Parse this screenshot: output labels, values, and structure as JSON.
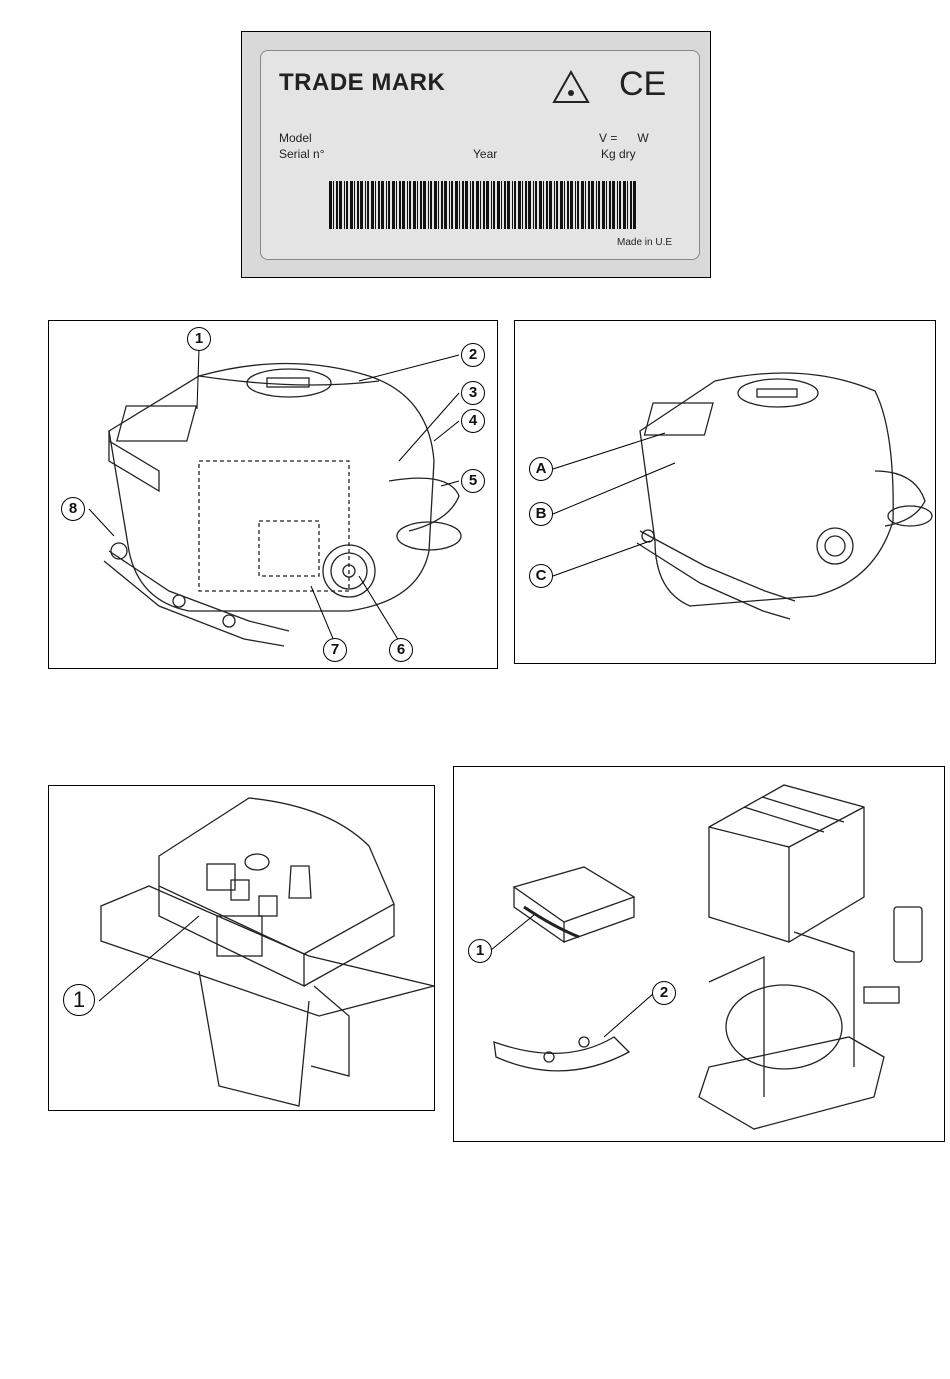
{
  "plate": {
    "trademark": "TRADE MARK",
    "ce_mark": "CE",
    "model_label": "Model",
    "serial_label": "Serial n°",
    "year_label": "Year",
    "volt_watt_label": "V =      W",
    "weight_label": "Kg dry",
    "made_in": "Made in U.E"
  },
  "fig_machine": {
    "callouts": [
      "1",
      "2",
      "3",
      "4",
      "5",
      "6",
      "7",
      "8"
    ]
  },
  "fig_controls": {
    "callouts": [
      "A",
      "B",
      "C"
    ]
  },
  "fig_panel": {
    "callouts": [
      "1"
    ]
  },
  "fig_packaging": {
    "callouts": [
      "1",
      "2"
    ]
  }
}
